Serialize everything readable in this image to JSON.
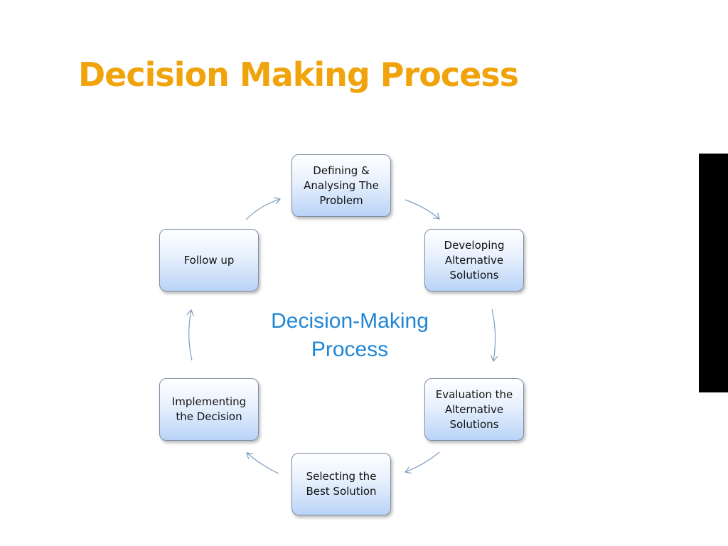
{
  "slide": {
    "title": "Decision Making Process"
  },
  "diagram": {
    "center_label": "Decision-Making\nProcess",
    "steps": [
      {
        "label": "Defining &\nAnalysing The\nProblem"
      },
      {
        "label": "Developing\nAlternative\nSolutions"
      },
      {
        "label": "Evaluation the\nAlternative\nSolutions"
      },
      {
        "label": "Selecting the\nBest Solution"
      },
      {
        "label": "Implementing\nthe Decision"
      },
      {
        "label": "Follow up"
      }
    ]
  },
  "colors": {
    "title": "#f0a30a",
    "center_label": "#1f86d6",
    "arrow": "#7f9dbd",
    "node_border": "#7f8fa6"
  }
}
